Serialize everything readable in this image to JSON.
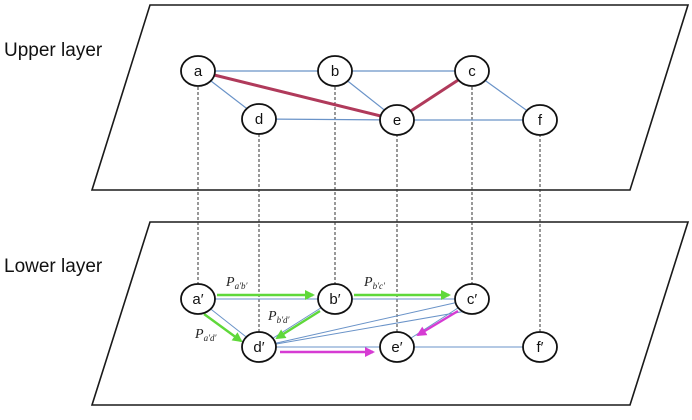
{
  "upper_layer": {
    "label": "Upper layer",
    "nodes": [
      "a",
      "b",
      "c",
      "d",
      "e",
      "f"
    ]
  },
  "lower_layer": {
    "label": "Lower layer",
    "nodes": [
      "a′",
      "b′",
      "c′",
      "d′",
      "e′",
      "f′"
    ],
    "path_labels": [
      {
        "main": "P",
        "sub": "a′b′"
      },
      {
        "main": "P",
        "sub": "b′c′"
      },
      {
        "main": "P",
        "sub": "b′d′"
      },
      {
        "main": "P",
        "sub": "a′d′"
      }
    ]
  },
  "colors": {
    "plane_border": "#1a1a1a",
    "plain_edge": "#6a93c8",
    "highlight_edge": "#b03a5b",
    "green_path": "#5fd83a",
    "magenta_path": "#d63bd3",
    "vertical_link": "#333333"
  }
}
